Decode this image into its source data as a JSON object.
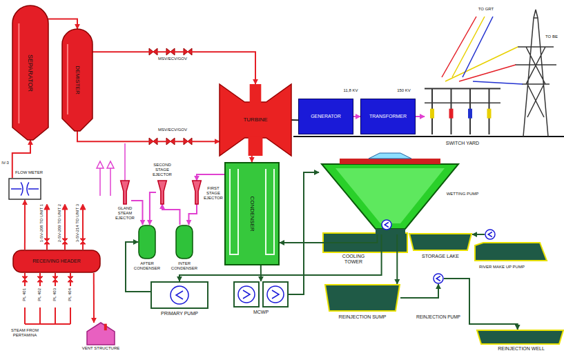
{
  "diagram": {
    "nodes": [
      {
        "text": [
          "SEPARATOR"
        ]
      },
      {
        "text": [
          "DEMISTER"
        ]
      },
      {
        "text": [
          "TURBINE"
        ]
      },
      {
        "text": [
          "GENERATOR"
        ]
      },
      {
        "text": [
          "TRANSFORMER"
        ]
      },
      {
        "text": [
          "SWITCH YARD"
        ]
      },
      {
        "text": [
          "GLAND STEAM EJECTOR"
        ]
      },
      {
        "text": [
          "SECOND STAGE EJECTOR"
        ]
      },
      {
        "text": [
          "FIRST STAGE EJECTOR"
        ]
      },
      {
        "text": [
          "AFTER CONDENSER"
        ]
      },
      {
        "text": [
          "INTER CONDENSER"
        ]
      },
      {
        "text": [
          "CONDENSER"
        ]
      },
      {
        "text": [
          "COOLING TOWER"
        ]
      },
      {
        "text": [
          "WETTING PUMP"
        ],
        "in": 12
      },
      {
        "text": [
          "STORAGE LAKE"
        ]
      },
      {
        "text": [
          "RIVER MAKE UP PUMP"
        ]
      },
      {
        "text": [
          "PRIMARY PUMP"
        ]
      },
      {
        "text": [
          "MCWP"
        ]
      },
      {
        "text": [
          "REINJECTION SUMP"
        ]
      },
      {
        "text": [
          "REINJECTION PUMP"
        ]
      },
      {
        "text": [
          "REINJECTION WELL"
        ]
      },
      {
        "text": [
          "FLOW METER"
        ]
      },
      {
        "text": [
          "RECEIVING HEADER"
        ]
      },
      {
        "text": [
          "VENT STRUCTURE"
        ]
      }
    ],
    "edges": [
      {
        "from": 22,
        "to": 21,
        "arrow": "to"
      },
      {
        "from": 21,
        "to": 0,
        "arrow": "to"
      },
      {
        "from": 0,
        "to": 1,
        "arrow": "to"
      },
      {
        "from": 1,
        "to": 2,
        "arrow": "to"
      },
      {
        "from": 1,
        "to": 2,
        "arrow": "to"
      },
      {
        "from": 2,
        "to": 3,
        "arrow": "none"
      },
      {
        "from": 3,
        "to": 4,
        "arrow": "to"
      },
      {
        "from": 4,
        "to": 5,
        "arrow": "to"
      },
      {
        "from": 2,
        "to": 11,
        "arrow": "to"
      },
      {
        "from": 11,
        "to": 8,
        "arrow": "to"
      },
      {
        "from": 8,
        "to": 10,
        "arrow": "to"
      },
      {
        "from": 10,
        "to": 7,
        "arrow": "to"
      },
      {
        "from": 7,
        "to": 9,
        "arrow": "to"
      },
      {
        "from": 6,
        "to": 9,
        "arrow": "to"
      },
      {
        "from": 11,
        "to": 17,
        "arrow": "to"
      },
      {
        "from": 17,
        "to": 12,
        "arrow": "to"
      },
      {
        "from": 12,
        "to": 11,
        "arrow": "to"
      },
      {
        "from": 12,
        "to": 16,
        "arrow": "to"
      },
      {
        "from": 16,
        "to": 9,
        "arrow": "to"
      },
      {
        "from": 12,
        "to": 18,
        "arrow": "to"
      },
      {
        "from": 18,
        "to": 19,
        "arrow": "to"
      },
      {
        "from": 19,
        "to": 20,
        "arrow": "to"
      },
      {
        "from": 15,
        "to": 14,
        "arrow": "to"
      },
      {
        "from": 22,
        "to": 23,
        "arrow": "to"
      }
    ],
    "labels": [
      "MSV/ECV/GOV",
      "MSV/ECV/GOV",
      "11,8 KV",
      "150 KV",
      "TO GRT",
      "TO BE",
      "IV-3",
      "1-SV-208 TO UNIT 1",
      "2-SV-209 TO UNIT 2",
      "3-SV-214 TO UNIT 3",
      "PL 401",
      "PL 402",
      "PL 403",
      "PL 404",
      "STEAM FROM PERTAMINA"
    ]
  }
}
